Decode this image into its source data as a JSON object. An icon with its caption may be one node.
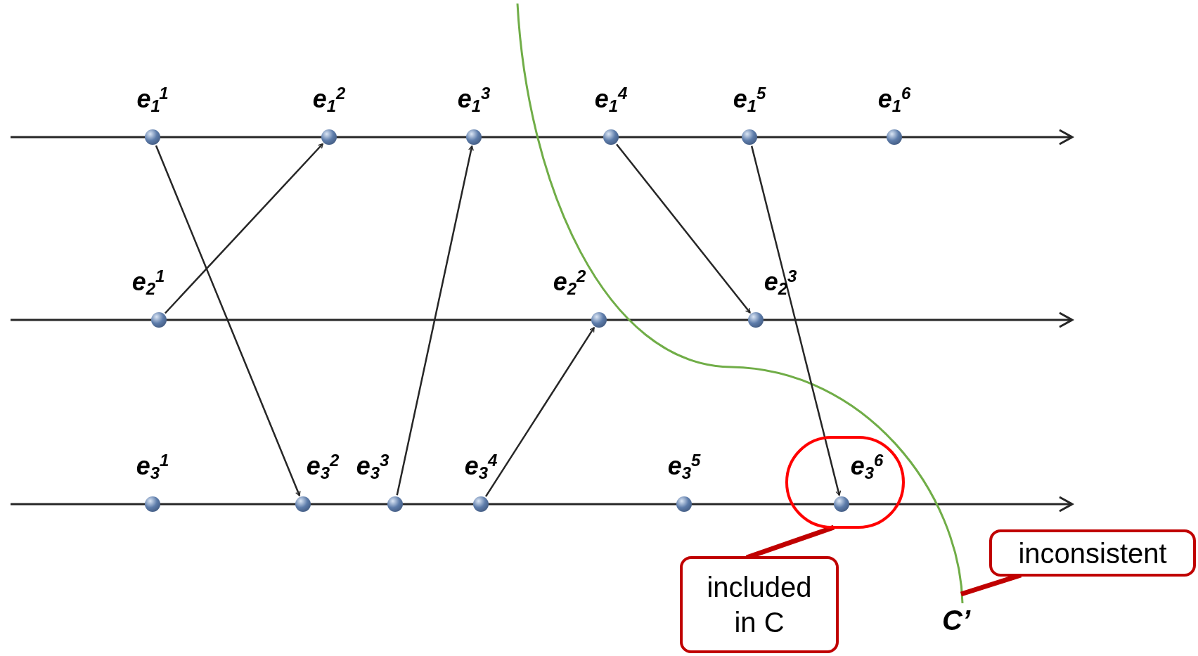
{
  "diagram": {
    "nodes": [
      {
        "text": [],
        "shape": "circle",
        "beside": [
          "e$_{1}$$^{1}$"
        ]
      },
      {
        "text": [],
        "shape": "circle",
        "beside": [
          "e$_{1}$$^{2}$"
        ]
      },
      {
        "text": [],
        "shape": "circle",
        "beside": [
          "e$_{1}$$^{3}$"
        ]
      },
      {
        "text": [],
        "shape": "circle",
        "beside": [
          "e$_{1}$$^{4}$"
        ]
      },
      {
        "text": [],
        "shape": "circle",
        "beside": [
          "e$_{1}$$^{5}$"
        ]
      },
      {
        "text": [],
        "shape": "circle",
        "beside": [
          "e$_{1}$$^{6}$"
        ]
      },
      {
        "text": [],
        "shape": "circle",
        "beside": [
          "e$_{2}$$^{1}$"
        ]
      },
      {
        "text": [],
        "shape": "circle",
        "beside": [
          "e$_{2}$$^{2}$"
        ]
      },
      {
        "text": [],
        "shape": "circle",
        "beside": [
          "e$_{2}$$^{3}$"
        ]
      },
      {
        "text": [],
        "shape": "circle",
        "beside": [
          "e$_{3}$$^{1}$"
        ]
      },
      {
        "text": [],
        "shape": "circle",
        "beside": [
          "e$_{3}$$^{2}$"
        ]
      },
      {
        "text": [],
        "shape": "circle",
        "beside": [
          "e$_{3}$$^{3}$"
        ]
      },
      {
        "text": [],
        "shape": "circle",
        "beside": [
          "e$_{3}$$^{4}$"
        ]
      },
      {
        "text": [],
        "shape": "circle",
        "beside": [
          "e$_{3}$$^{5}$"
        ]
      },
      {
        "text": [],
        "shape": "circle"
      },
      {
        "text": [],
        "shape": "circle",
        "beside": [
          "e$_{3}$$^{6}$"
        ],
        "in": 14
      },
      {
        "text": [
          "included in C"
        ]
      },
      {
        "text": [
          "inconsistent"
        ]
      }
    ],
    "edges": [
      {
        "from": 0,
        "to": 10,
        "arrow": "to"
      },
      {
        "from": 6,
        "to": 1,
        "arrow": "to"
      },
      {
        "from": 11,
        "to": 2,
        "arrow": "to"
      },
      {
        "from": 3,
        "to": 8,
        "arrow": "to"
      },
      {
        "from": 12,
        "to": 7,
        "arrow": "to"
      },
      {
        "from": 4,
        "to": 15,
        "arrow": "to"
      },
      {
        "from": 16,
        "to": 14,
        "arrow": "none",
        "style": "thick",
        "color": "#c00000"
      },
      {
        "from": 17,
        "to": null,
        "arrow": "none",
        "style": "thick",
        "color": "#c00000"
      }
    ],
    "labels": [
      "C’"
    ]
  }
}
